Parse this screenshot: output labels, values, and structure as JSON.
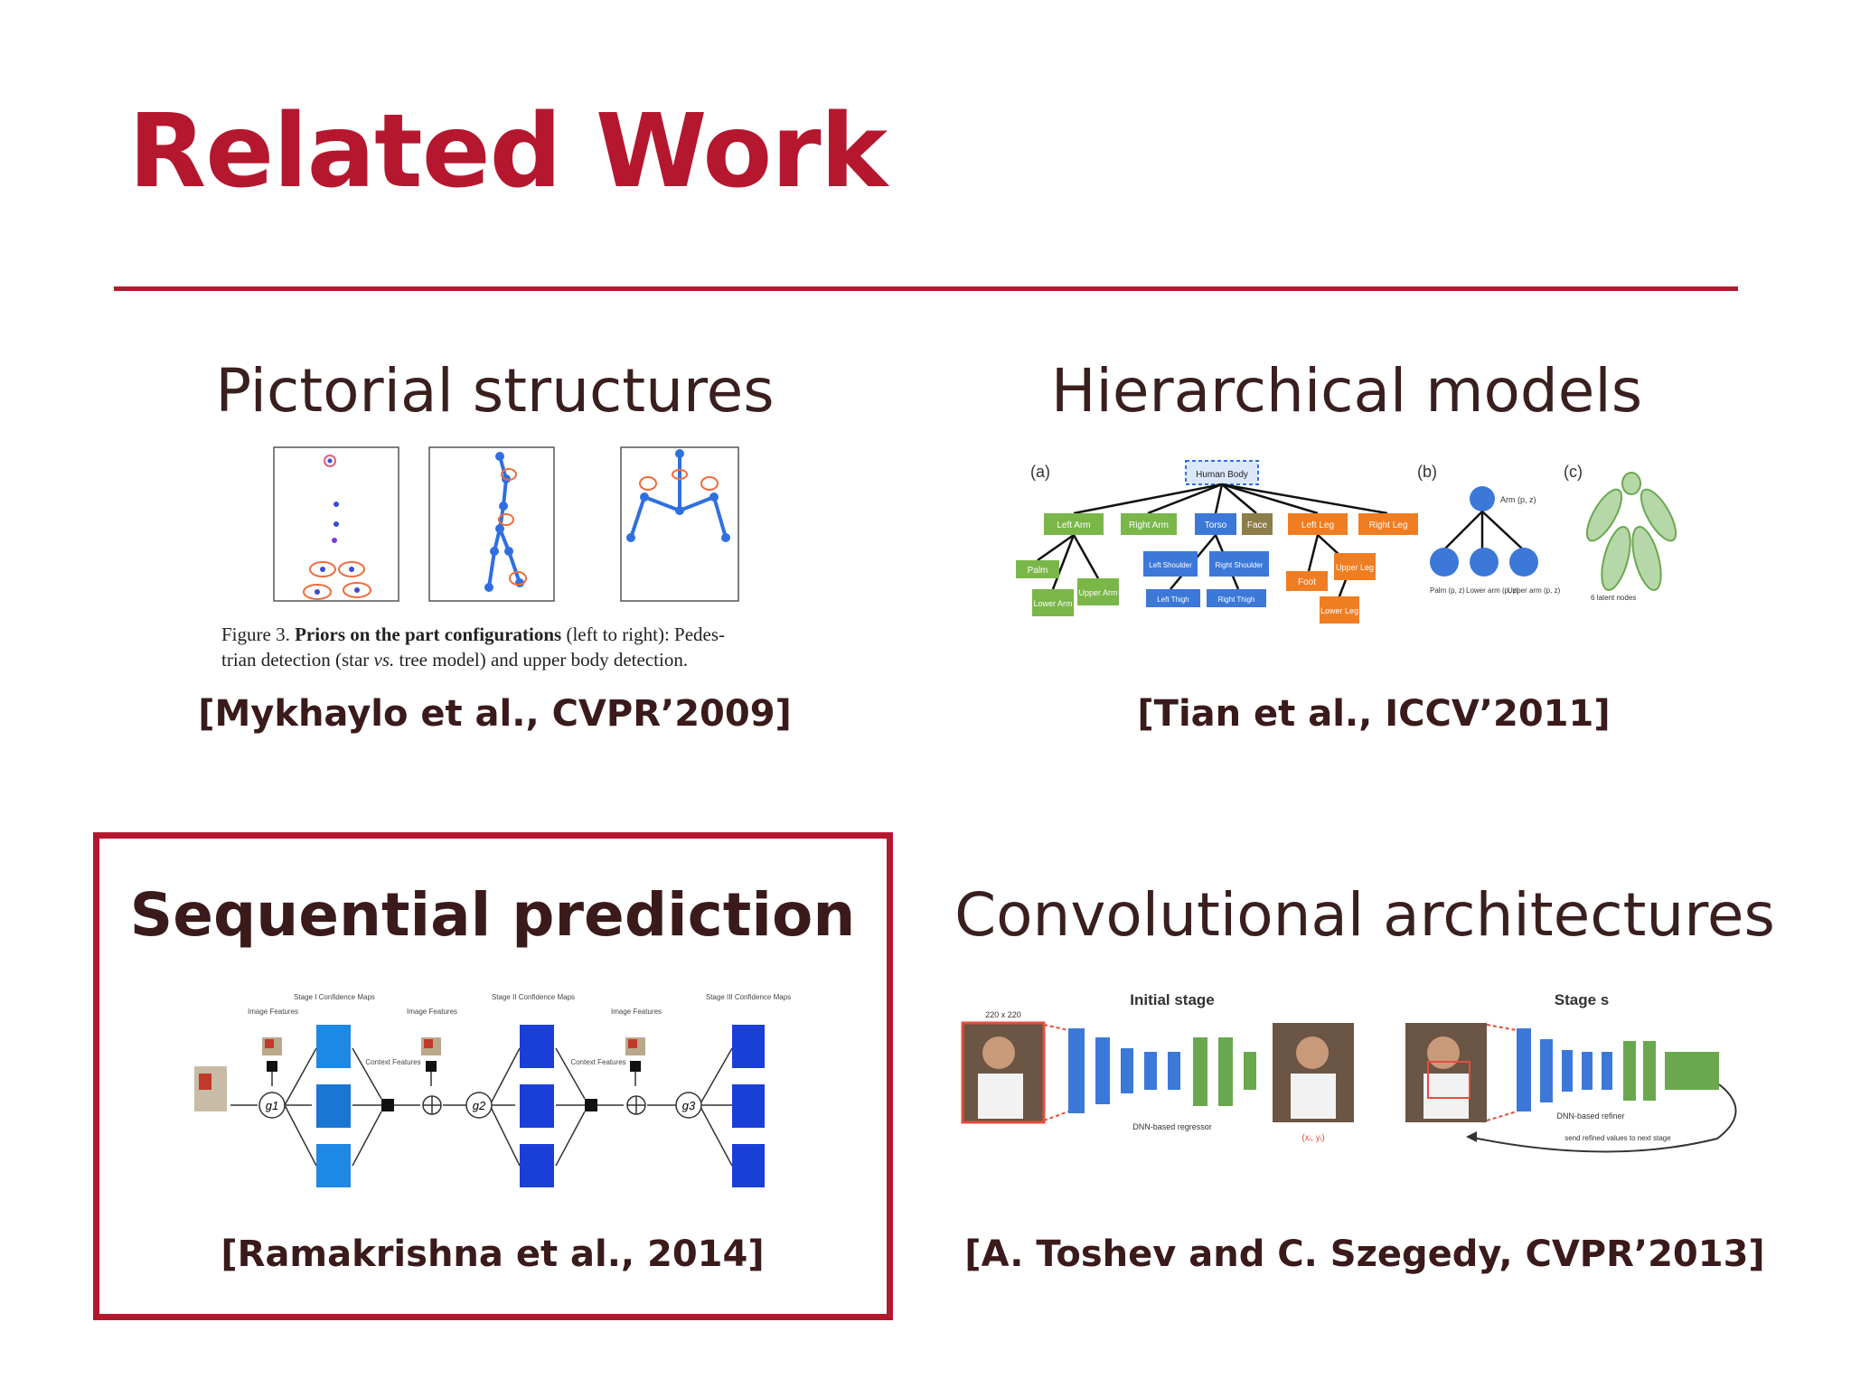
{
  "slide": {
    "title": "Related Work"
  },
  "quadrants": {
    "top_left": {
      "title": "Pictorial structures",
      "citation": "[Mykhaylo et al., CVPR’2009]",
      "figure_caption": {
        "prefix": "Figure 3.",
        "bold": "Priors on the part configurations",
        "rest_line1": "(left to right): Pedes-",
        "line2_a": "trian detection (star",
        "line2_vs": "vs.",
        "line2_b": "tree model) and upper body detection."
      }
    },
    "top_right": {
      "title": "Hierarchical models",
      "citation": "[Tian et al., ICCV’2011]",
      "panel_labels": {
        "a": "(a)",
        "b": "(b)",
        "c": "(c)"
      },
      "nodes": {
        "root": "Human Body",
        "left_arm": "Left Arm",
        "right_arm": "Right Arm",
        "torso": "Torso",
        "face": "Face",
        "left_leg": "Left Leg",
        "right_leg": "Right Leg",
        "palm": "Palm",
        "lower_arm": "Lower Arm",
        "upper_arm": "Upper Arm",
        "left_shoulder": "Left Shoulder",
        "right_shoulder": "Right Shoulder",
        "left_thigh": "Left Thigh",
        "right_thigh": "Right Thigh",
        "foot": "Foot",
        "upper_leg": "Upper Leg",
        "lower_leg": "Lower Leg"
      },
      "b_labels": {
        "arm": "Arm (p, z)",
        "palm": "Palm (p, z)",
        "lower": "Lower arm (p, z)",
        "upper": "Upper arm (p, z)"
      },
      "c_label": "6 latent nodes"
    },
    "bottom_left": {
      "title": "Sequential prediction",
      "citation": "[Ramakrishna et al., 2014]",
      "labels": {
        "image_features": "Image Features",
        "stage1": "Stage I Confidence Maps",
        "stage2": "Stage II Confidence Maps",
        "stage3": "Stage III Confidence Maps",
        "context": "Context Features",
        "g1": "g1",
        "g2": "g2",
        "g3": "g3"
      }
    },
    "bottom_right": {
      "title": "Convolutional architectures",
      "citation": "[A. Toshev and C. Szegedy,  CVPR’2013]",
      "labels": {
        "initial_stage": "Initial stage",
        "stage_s": "Stage s",
        "input_size": "220 x 220",
        "regressor": "DNN-based regressor",
        "refiner": "DNN-based refiner",
        "xy": "(xᵢ, yᵢ)",
        "send": "send refined values to next stage"
      }
    }
  },
  "colors": {
    "accent": "#B5172F",
    "text_dark": "#3a1a1a",
    "blue": "#3b82f6",
    "green": "#6aa84f",
    "orange": "#ef7d22"
  }
}
